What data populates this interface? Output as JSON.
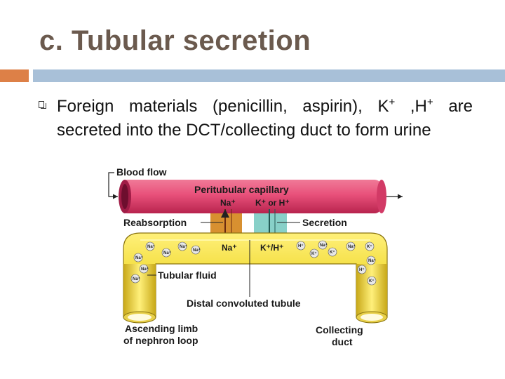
{
  "slide": {
    "title": "c. Tubular secretion",
    "bullet": {
      "text_before_k": "Foreign materials (penicillin, aspirin), K",
      "sup_k": "+",
      "text_mid": " ,H",
      "sup_h": "+",
      "text_after": " are secreted into the DCT/collecting duct to form urine"
    }
  },
  "diagram": {
    "blood_flow": "Blood flow",
    "peritubular_capillary": "Peritubular capillary",
    "na_top": "Na⁺",
    "k_h_top": "K⁺ or H⁺",
    "reabsorption": "Reabsorption",
    "secretion": "Secretion",
    "na_bottom": "Na⁺",
    "k_h_bottom": "K⁺/H⁺",
    "tubular_fluid": "Tubular fluid",
    "dct": "Distal convoluted tubule",
    "ascending_limb": [
      "Ascending limb",
      "of nephron loop"
    ],
    "collecting_duct": [
      "Collecting",
      "duct"
    ],
    "ions_na": "Na⁺",
    "ions_k": "K⁺",
    "ions_h": "H⁺",
    "colors": {
      "capillary": "#e8507a",
      "tubule": "#f2dc3a",
      "reabsorption_band": "#d89030",
      "secretion_band": "#88d0c8"
    }
  }
}
